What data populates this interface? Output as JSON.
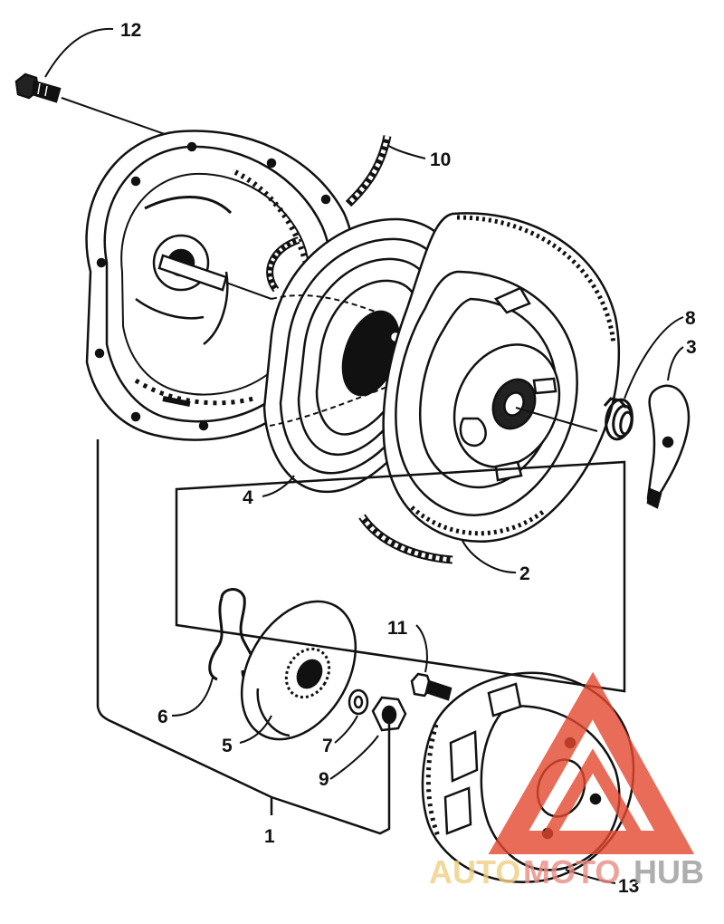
{
  "callouts": {
    "c1": "1",
    "c2": "2",
    "c3": "3",
    "c4": "4",
    "c5": "5",
    "c6": "6",
    "c7": "7",
    "c8": "8",
    "c9": "9",
    "c10": "10",
    "c11": "11",
    "c12": "12",
    "c13": "13"
  },
  "watermark": {
    "word_auto": "AUTO",
    "word_moto": "MOTO",
    "word_hub": "HUB",
    "colors": {
      "auto": "#f0cf82",
      "moto": "#e98b82",
      "hub": "#9a9a9a",
      "triangle": "#e4482f"
    }
  }
}
